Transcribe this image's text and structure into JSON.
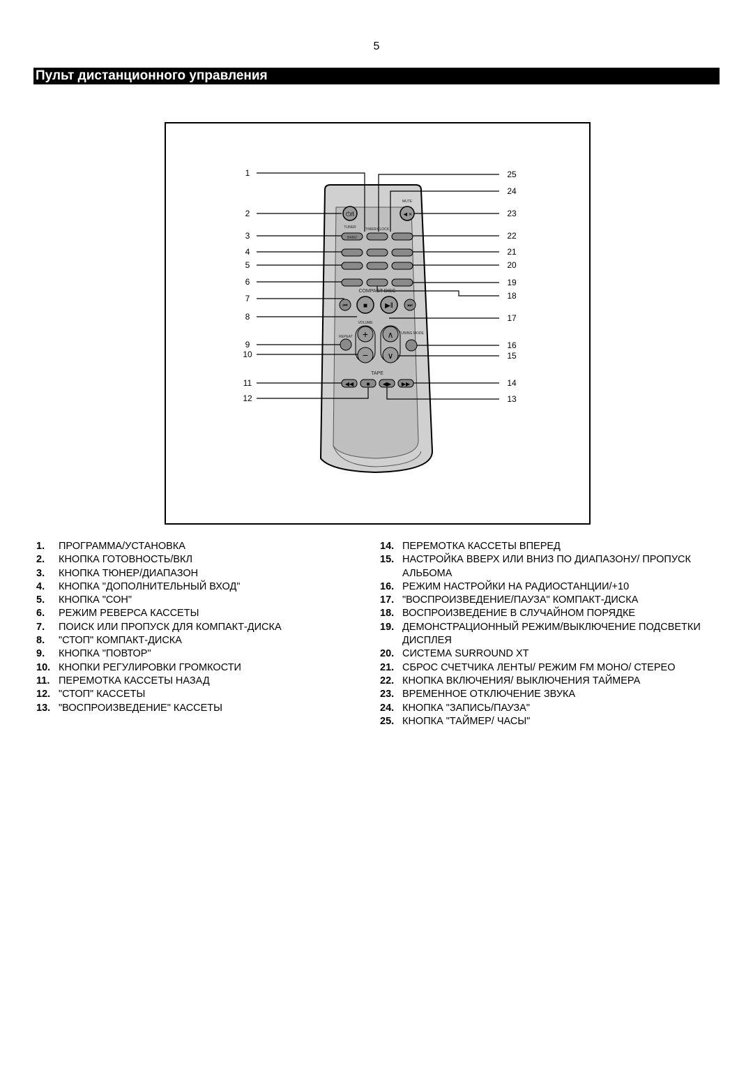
{
  "page": {
    "number": "5"
  },
  "header": {
    "title": "Пульт дистанционного управления"
  },
  "figure": {
    "callouts_left": [
      "1",
      "2",
      "3",
      "4",
      "5",
      "6",
      "7",
      "8",
      "9",
      "10",
      "11",
      "12"
    ],
    "callouts_right": [
      "25",
      "24",
      "23",
      "22",
      "21",
      "20",
      "19",
      "18",
      "17",
      "16",
      "15",
      "14",
      "13"
    ],
    "remote_labels": {
      "mute": "MUTE",
      "tuner": "TUNER",
      "band": "BAND",
      "timer_clock": "TIMER/CLOCK",
      "cd_tape": "COMPACT DISC",
      "tape": "TAPE",
      "volume": "VOLUME",
      "repeat": "REPEAT",
      "tuning_mode": "TUNING MODE"
    }
  },
  "legend": {
    "left": [
      {
        "num": "1.",
        "text": "ПРОГРАММА/УСТАНОВКА"
      },
      {
        "num": "2.",
        "text": "КНОПКА ГОТОВНОСТЬ/ВКЛ"
      },
      {
        "num": "3.",
        "text": "КНОПКА ТЮНЕР/ДИАПАЗОН"
      },
      {
        "num": "4.",
        "text": "КНОПКА \"ДОПОЛНИТЕЛЬНЫЙ ВХОД\""
      },
      {
        "num": "5.",
        "text": "КНОПКА \"СОН\""
      },
      {
        "num": "6.",
        "text": "РЕЖИМ РЕВЕРСА КАССЕТЫ"
      },
      {
        "num": "7.",
        "text": "ПОИСК ИЛИ ПРОПУСК ДЛЯ КОМПАКТ-ДИСКА"
      },
      {
        "num": "8.",
        "text": "\"СТОП\" КОМПАКТ-ДИСКА"
      },
      {
        "num": "9.",
        "text": "КНОПКА \"ПОВТОР\""
      },
      {
        "num": "10.",
        "text": "КНОПКИ РЕГУЛИРОВКИ ГРОМКОСТИ"
      },
      {
        "num": "11.",
        "text": "ПЕРЕМОТКА КАССЕТЫ НАЗАД"
      },
      {
        "num": "12.",
        "text": "\"СТОП\" КАССЕТЫ"
      },
      {
        "num": "13.",
        "text": "\"ВОСПРОИЗВЕДЕНИЕ\" КАССЕТЫ"
      }
    ],
    "right": [
      {
        "num": "14.",
        "text": "ПЕРЕМОТКА КАССЕТЫ ВПЕРЕД"
      },
      {
        "num": "15.",
        "text": "НАСТРОЙКА ВВЕРХ ИЛИ ВНИЗ ПО ДИАПАЗОНУ/ ПРОПУСК АЛЬБОМА"
      },
      {
        "num": "16.",
        "text": "РЕЖИМ НАСТРОЙКИ НА РАДИОСТАНЦИИ/+10"
      },
      {
        "num": "17.",
        "text": "\"ВОСПРОИЗВЕДЕНИЕ/ПАУЗА\" КОМПАКТ-ДИСКА"
      },
      {
        "num": "18.",
        "text": "ВОСПРОИЗВЕДЕНИЕ В СЛУЧАЙНОМ ПОРЯДКЕ"
      },
      {
        "num": "19.",
        "text": "ДЕМОНСТРАЦИОННЫЙ РЕЖИМ/ВЫКЛЮЧЕНИЕ ПОДСВЕТКИ ДИСПЛЕЯ"
      },
      {
        "num": "20.",
        "text": "СИСТЕМА SURROUND XT"
      },
      {
        "num": "21.",
        "text": "СБРОС СЧЕТЧИКА ЛЕНТЫ/ РЕЖИМ FM МОНО/ СТЕРЕО"
      },
      {
        "num": "22.",
        "text": "КНОПКА ВКЛЮЧЕНИЯ/ ВЫКЛЮЧЕНИЯ ТАЙМЕРА"
      },
      {
        "num": "23.",
        "text": "ВРЕМЕННОЕ ОТКЛЮЧЕНИЕ ЗВУКА"
      },
      {
        "num": "24.",
        "text": "КНОПКА \"ЗАПИСЬ/ПАУЗА\""
      },
      {
        "num": "25.",
        "text": "КНОПКА \"ТАЙМЕР/ ЧАСЫ\""
      }
    ]
  }
}
